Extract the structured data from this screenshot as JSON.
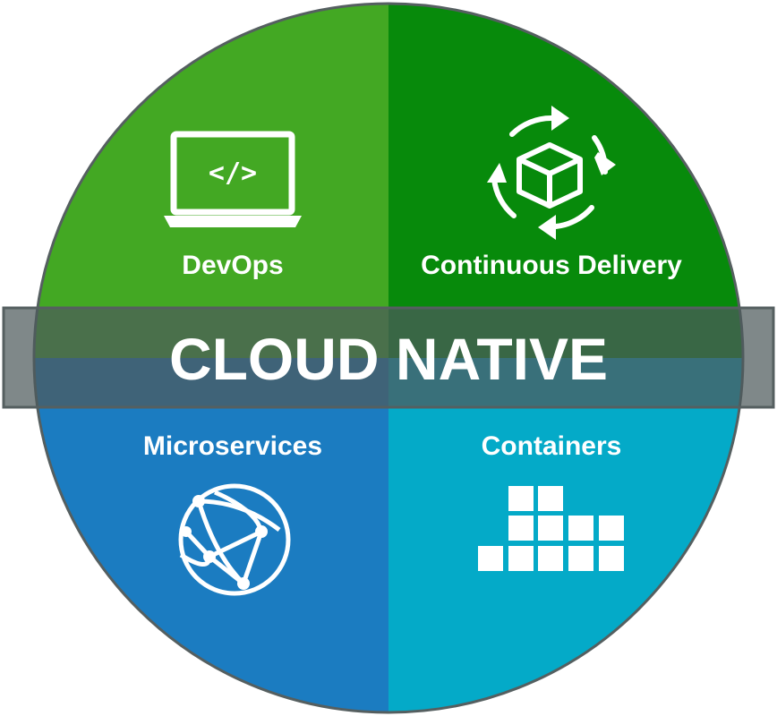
{
  "title": "CLOUD NATIVE",
  "quadrants": {
    "devops": {
      "label": "DevOps",
      "color": "#43a823",
      "icon": "laptop-code-icon",
      "code_glyph": "</>"
    },
    "continuous_delivery": {
      "label": "Continuous Delivery",
      "color": "#078a0b",
      "icon": "cube-cycle-icon"
    },
    "microservices": {
      "label": "Microservices",
      "color": "#1b7cc1",
      "icon": "network-globe-icon"
    },
    "containers": {
      "label": "Containers",
      "color": "#04aac8",
      "icon": "container-blocks-icon"
    }
  },
  "colors": {
    "outline": "#555f60",
    "band": "#4d5a5c"
  }
}
